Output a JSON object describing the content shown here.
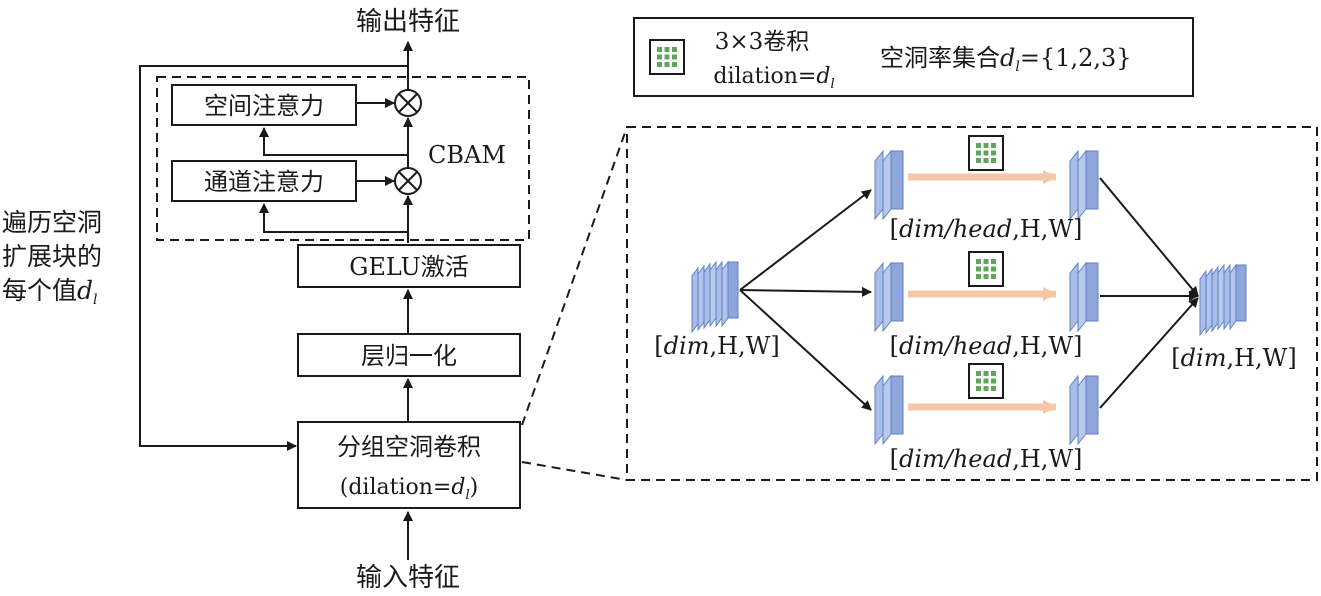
{
  "left": {
    "output": "输出特征",
    "input": "输入特征",
    "spatial_attention": "空间注意力",
    "channel_attention": "通道注意力",
    "cbam": "CBAM",
    "gelu": "GELU激活",
    "layernorm": "层归一化",
    "group_conv": "分组空洞卷积",
    "group_conv_sub_prefix": "(dilation=",
    "group_conv_sub_var": "d",
    "group_conv_sub_sub": "l",
    "group_conv_sub_suffix": ")",
    "loop_line1": "遍历空洞",
    "loop_line2": "扩展块的",
    "loop_line3_prefix": "每个值",
    "loop_var": "d",
    "loop_sub": "l"
  },
  "legend": {
    "conv_line1": "3×3卷积",
    "conv_line2_prefix": "dilation=",
    "conv_var": "d",
    "conv_sub": "l",
    "set_prefix": "空洞率集合",
    "set_var": "d",
    "set_sub": "l",
    "set_suffix": "={1,2,3}"
  },
  "detail": {
    "input_label_italic": "dim",
    "input_label_rest": ",H,W]",
    "branch_label_italic": "dim/head",
    "branch_label_rest": ",H,W]",
    "output_label_italic": "dim",
    "output_label_rest": ",H,W]",
    "bracket_open": "["
  },
  "colors": {
    "feature_block": "#8ea6dc",
    "feature_block_edge": "#5f7fc4",
    "conv_arrow": "#f3c7a8",
    "grid_green": "#5ba85b"
  }
}
